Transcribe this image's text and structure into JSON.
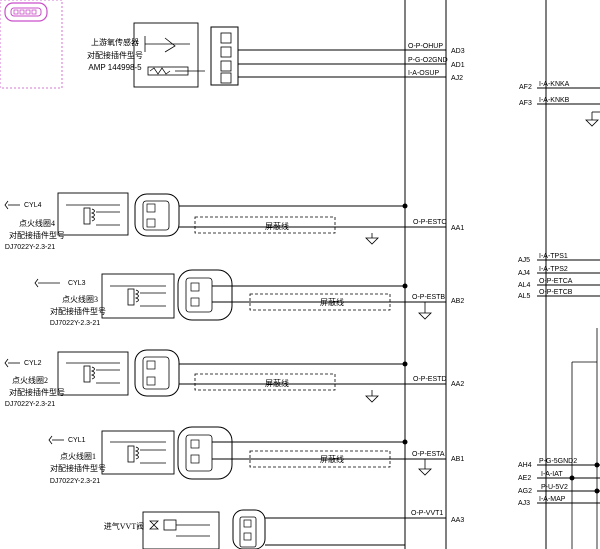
{
  "o2sensor": {
    "name": "上游氧传感器",
    "connector_label": "对配接插件型号",
    "connector_model": "AMP 144998-5"
  },
  "o2_pins": [
    {
      "wire": "O-P-OHUP",
      "pin": "AD3"
    },
    {
      "wire": "P-G-O2GND",
      "pin": "AD1"
    },
    {
      "wire": "I-A-OSUP",
      "pin": "AJ2"
    }
  ],
  "coils": [
    {
      "cyl": "CYL4",
      "name": "点火线圈4",
      "connector_label": "对配接插件型号",
      "connector_model": "DJ7022Y-2.3-21",
      "shield": "屏蔽线",
      "wire": "O-P-ESTC",
      "pin": "AA1"
    },
    {
      "cyl": "CYL3",
      "name": "点火线圈3",
      "connector_label": "对配接插件型号",
      "connector_model": "DJ7022Y-2.3-21",
      "shield": "屏蔽线",
      "wire": "O-P-ESTB",
      "pin": "AB2"
    },
    {
      "cyl": "CYL2",
      "name": "点火线圈2",
      "connector_label": "对配接插件型号",
      "connector_model": "DJ7022Y-2.3-21",
      "shield": "屏蔽线",
      "wire": "O-P-ESTD",
      "pin": "AA2"
    },
    {
      "cyl": "CYL1",
      "name": "点火线圈1",
      "connector_label": "对配接插件型号",
      "connector_model": "DJ7022Y-2.3-21",
      "shield": "屏蔽线",
      "wire": "O-P-ESTA",
      "pin": "AB1"
    }
  ],
  "vvt": {
    "name": "进气VVT阀",
    "wire": "O-P-VVT1",
    "pin": "AA3"
  },
  "right_top": [
    {
      "pin": "AF2",
      "wire": "I-A-KNKA"
    },
    {
      "pin": "AF3",
      "wire": "I-A-KNKB"
    }
  ],
  "right_mid": [
    {
      "pin": "AJ5",
      "wire": "I-A-TPS1"
    },
    {
      "pin": "AJ4",
      "wire": "I-A-TPS2"
    },
    {
      "pin": "AL4",
      "wire": "O-P-ETCA"
    },
    {
      "pin": "AL5",
      "wire": "O-P-ETCB"
    }
  ],
  "right_bottom": [
    {
      "pin": "AH4",
      "wire": "P-G-5GND2"
    },
    {
      "pin": "AE2",
      "wire": "I-A-IAT"
    },
    {
      "pin": "AG2",
      "wire": "P-U-5V2"
    },
    {
      "pin": "AJ3",
      "wire": "I-A-MAP"
    }
  ]
}
